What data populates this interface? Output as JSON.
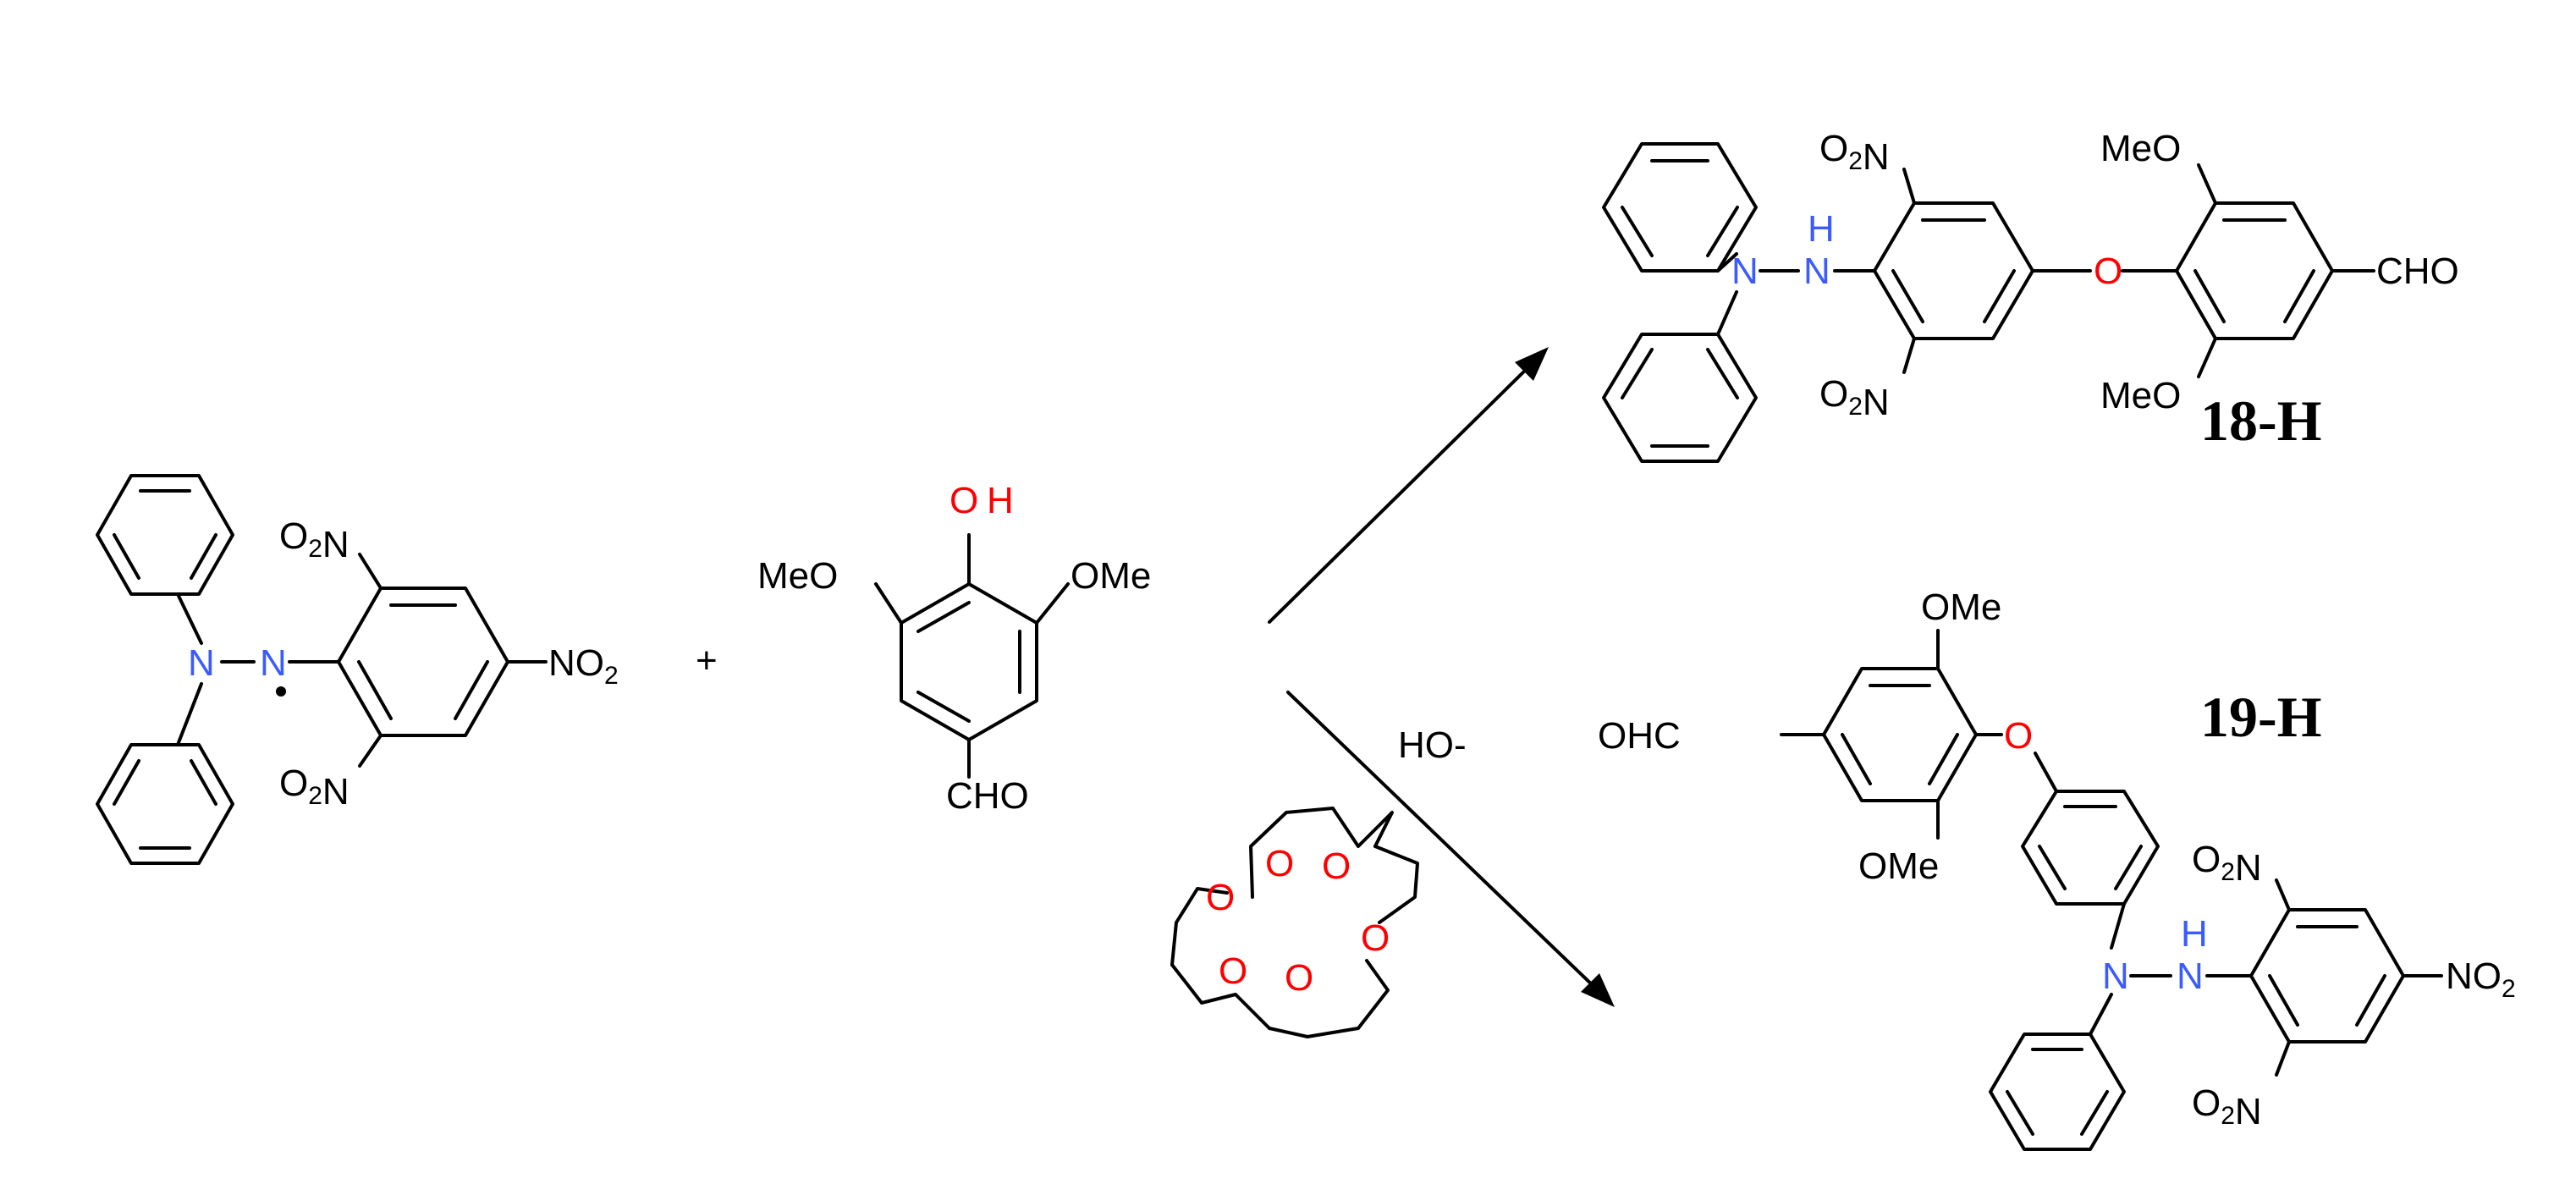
{
  "colors": {
    "bond": "#000000",
    "nitrogen": "#3b5bff",
    "oxygen": "#ff0000",
    "text": "#000000"
  },
  "reactants": {
    "dpph": {
      "n_amine": "N",
      "n_radical": "N",
      "nitro_top": "O2N",
      "nitro_bottom": "O2N",
      "nitro_para": "NO2"
    },
    "plus": "+",
    "syringaldehyde": {
      "oh_o": "O",
      "oh_h": "H",
      "meo_left": "MeO",
      "ome_right": "OMe",
      "cho": "CHO"
    }
  },
  "conditions": {
    "base": "HO-",
    "crown_oxygens": [
      "O",
      "O",
      "O",
      "O",
      "O",
      "O"
    ]
  },
  "products": {
    "p18": {
      "label": "18-H",
      "n_amine": "N",
      "n_hydrazine": "N",
      "h_on_n": "H",
      "nitro_top": "O2N",
      "nitro_bottom": "O2N",
      "ether_o": "O",
      "meo_top": "MeO",
      "meo_bottom": "MeO",
      "cho": "CHO"
    },
    "p19": {
      "label": "19-H",
      "ome_top": "OMe",
      "ome_bottom": "OMe",
      "ohc": "OHC",
      "ether_o": "O",
      "n_amine": "N",
      "n_hydrazine": "N",
      "h_on_n": "H",
      "nitro_top": "O2N",
      "nitro_bottom": "O2N",
      "nitro_para": "NO2"
    }
  }
}
